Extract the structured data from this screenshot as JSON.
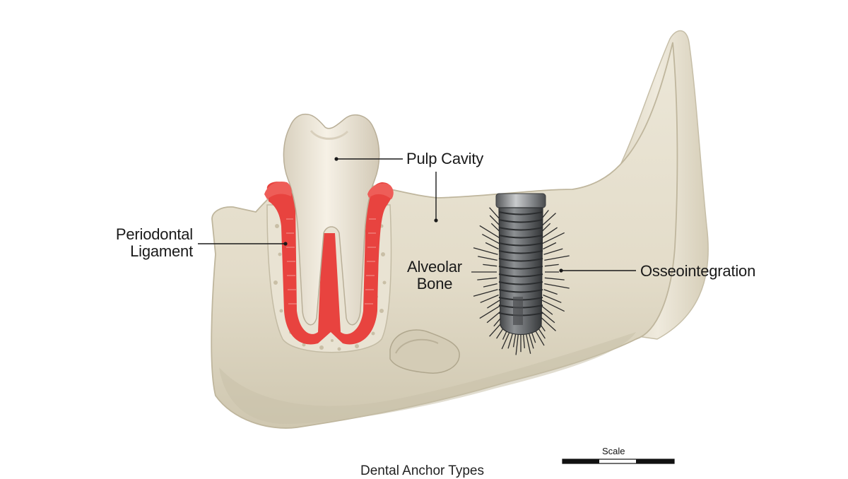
{
  "labels": {
    "pulp_cavity": "Pulp Cavity",
    "periodontal_ligament_line1": "Periodontal",
    "periodontal_ligament_line2": "Ligament",
    "alveolar_bone_line1": "Alveolar",
    "alveolar_bone_line2": "Bone",
    "osseointegration": "Osseointegration"
  },
  "scale": {
    "label": "Scale"
  },
  "footer": {
    "title": "Dental Anchor Types"
  },
  "colors": {
    "bone": "#e6e0cf",
    "bone_shadow": "#c9c1a9",
    "tooth": "#efe7d6",
    "ligament": "#e8433f",
    "implant": "#6b6d70",
    "leader": "#1a1a1a"
  },
  "icons": [
    "molar-tooth-icon",
    "dental-implant-icon"
  ]
}
